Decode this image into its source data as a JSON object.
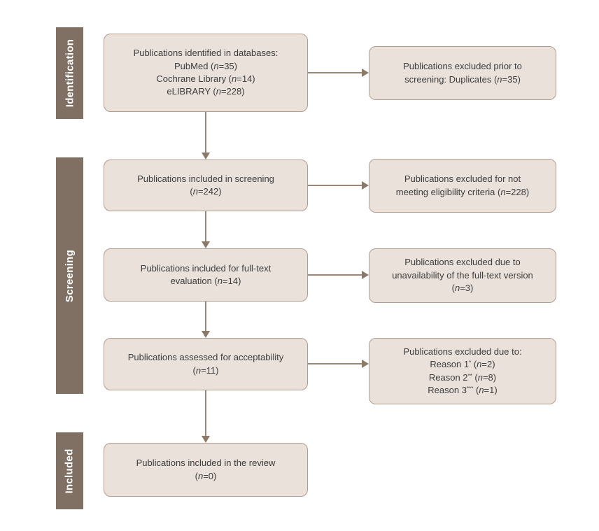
{
  "diagram_type": "prisma-flowchart",
  "colors": {
    "box_fill": "#e9e1da",
    "box_border": "#b29c8d",
    "stage_bar": "#7f7063",
    "stage_text": "#ffffff",
    "arrow_line": "#9d8776",
    "arrow_head": "#8b7a67",
    "text": "#3d3d3d",
    "background": "#ffffff"
  },
  "stages": [
    {
      "label": "Identification"
    },
    {
      "label": "Screening"
    },
    {
      "label": "Included"
    }
  ],
  "flow": {
    "left_boxes": [
      {
        "name": "identified-in-databases",
        "lines": [
          {
            "pre": "Publications identified in databases:"
          },
          {
            "pre": "PubMed (",
            "n": "n",
            "post": "=35)"
          },
          {
            "pre": "Cochrane Library (",
            "n": "n",
            "post": "=14)"
          },
          {
            "pre": "eLIBRARY (",
            "n": "n",
            "post": "=228)"
          }
        ]
      },
      {
        "name": "included-in-screening",
        "lines": [
          {
            "pre": "Publications included in screening"
          },
          {
            "pre": "(",
            "n": "n",
            "post": "=242)"
          }
        ]
      },
      {
        "name": "included-full-text-evaluation",
        "lines": [
          {
            "pre": "Publications included for full-text"
          },
          {
            "pre": "evaluation (",
            "n": "n",
            "post": "=14)"
          }
        ]
      },
      {
        "name": "assessed-for-acceptability",
        "lines": [
          {
            "pre": "Publications assessed for acceptability"
          },
          {
            "pre": "(",
            "n": "n",
            "post": "=11)"
          }
        ]
      },
      {
        "name": "included-in-review",
        "lines": [
          {
            "pre": "Publications included in the review"
          },
          {
            "pre": "(",
            "n": "n",
            "post": "=0)"
          }
        ]
      }
    ],
    "right_boxes": [
      {
        "name": "excluded-duplicates",
        "lines": [
          {
            "pre": "Publications excluded prior to"
          },
          {
            "pre": "screening: Duplicates (",
            "n": "n",
            "post": "=35)"
          }
        ]
      },
      {
        "name": "excluded-eligibility-criteria",
        "lines": [
          {
            "pre": "Publications excluded for not"
          },
          {
            "pre": "meeting eligibility criteria (",
            "n": "n",
            "post": "=228)"
          }
        ]
      },
      {
        "name": "excluded-fulltext-unavailable",
        "lines": [
          {
            "pre": "Publications excluded due to"
          },
          {
            "pre": "unavailability of the full-text version"
          },
          {
            "pre": "(",
            "n": "n",
            "post": "=3)"
          }
        ]
      },
      {
        "name": "excluded-reasons",
        "lines": [
          {
            "pre": "Publications excluded due to:"
          },
          {
            "pre": "Reason 1",
            "sup": "*",
            "mid": " (",
            "n": "n",
            "post": "=2)"
          },
          {
            "pre": "Reason 2",
            "sup": "**",
            "mid": " (",
            "n": "n",
            "post": "=8)"
          },
          {
            "pre": "Reason 3",
            "sup": "***",
            "mid": " (",
            "n": "n",
            "post": "=1)"
          }
        ]
      }
    ]
  }
}
